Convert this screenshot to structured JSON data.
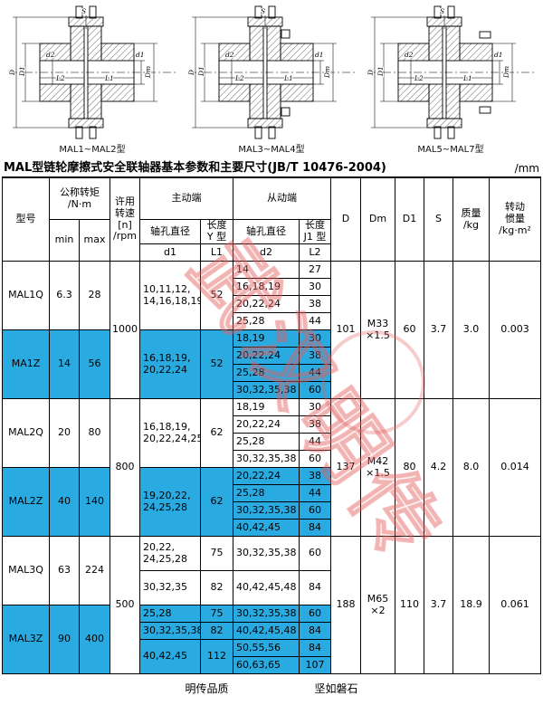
{
  "title": {
    "text": "MAL型链轮摩擦式安全联轴器基本参数和主要尺寸(JB/T 10476-2004)",
    "unit": "/mm"
  },
  "watermark": {
    "text": "武汉明传"
  },
  "footer": {
    "left": "明传品质",
    "right": "坚如磐石"
  },
  "drawings": {
    "captions": [
      "MAL1~MAL2型",
      "MAL3~MAL4型",
      "MAL5~MAL7型"
    ],
    "dim_labels": {
      "D": "D",
      "D1": "D1",
      "d2": "d2",
      "S": "S",
      "L2": "L2",
      "L1": "L1",
      "d1": "d1",
      "Dm": "Dm"
    }
  },
  "header": {
    "model": "型号",
    "torque": "公称转矩\n/N·m",
    "min": "min",
    "max": "max",
    "speed": "许用\n转速\n[n]\n/rpm",
    "driving": "主动端",
    "driven": "从动端",
    "bore": "轴孔直径",
    "len_y": "长度\nY 型",
    "len_j": "长度\nJ1 型",
    "d1": "d1",
    "L1": "L1",
    "d2": "d2",
    "L2": "L2",
    "D": "D",
    "Dm": "Dm",
    "D1": "D1",
    "S": "S",
    "mass": "质量\n/kg",
    "inertia": "转动\n惯量\n/kg·m²"
  },
  "body": {
    "g1": {
      "speed": "1000",
      "D": "101",
      "Dm": "M33\n×1.5",
      "D1": "60",
      "S": "3.7",
      "mass": "3.0",
      "inertia": "0.003",
      "q": {
        "model": "MAL1Q",
        "min": "6.3",
        "max": "28",
        "d1": "10,11,12,\n14,16,18,19",
        "L1": "52",
        "r": [
          [
            "14",
            "27"
          ],
          [
            "16,18,19",
            "30"
          ],
          [
            "20,22,24",
            "38"
          ],
          [
            "25,28",
            "44"
          ]
        ]
      },
      "z": {
        "model": "MA1Z",
        "min": "14",
        "max": "56",
        "d1": "16,18,19,\n20,22,24",
        "L1": "52",
        "r": [
          [
            "18,19",
            "30"
          ],
          [
            "20,22,24",
            "38"
          ],
          [
            "25,28",
            "44"
          ],
          [
            "30,32,35,38",
            "60"
          ]
        ]
      }
    },
    "g2": {
      "speed": "800",
      "D": "137",
      "Dm": "M42\n×1.5",
      "D1": "80",
      "S": "4.2",
      "mass": "8.0",
      "inertia": "0.014",
      "q": {
        "model": "MAL2Q",
        "min": "20",
        "max": "80",
        "d1": "16,18,19,\n20,22,24,25",
        "L1": "62",
        "r": [
          [
            "18,19",
            "30"
          ],
          [
            "20,22,24",
            "38"
          ],
          [
            "25,28",
            "44"
          ],
          [
            "30,32,35,38",
            "60"
          ]
        ]
      },
      "z": {
        "model": "MAL2Z",
        "min": "40",
        "max": "140",
        "d1": "19,20,22,\n24,25,28",
        "L1": "62",
        "r": [
          [
            "20,22,24",
            "38"
          ],
          [
            "25,28",
            "44"
          ],
          [
            "30,32,35,38",
            "60"
          ],
          [
            "40,42,45",
            "84"
          ]
        ]
      }
    },
    "g3": {
      "speed": "500",
      "D": "188",
      "Dm": "M65\n×2",
      "D1": "110",
      "S": "3.7",
      "mass": "18.9",
      "inertia": "0.061",
      "q": {
        "model": "MAL3Q",
        "min": "63",
        "max": "224",
        "rows": [
          {
            "d1": "20,22,\n24,25,28",
            "L1": "75",
            "d2": "30,32,35,38",
            "L2": "60"
          },
          {
            "d1": "30,32,35",
            "L1": "82",
            "d2": "40,42,45,48",
            "L2": "84"
          }
        ]
      },
      "z": {
        "model": "MAL3Z",
        "min": "90",
        "max": "400",
        "rows": [
          {
            "d1": "25,28",
            "L1": "75",
            "d2": "30,32,35,38",
            "L2": "60"
          },
          {
            "d1": "30,32,35,38",
            "L1": "82",
            "d2": "40,42,45,48",
            "L2": "84"
          },
          {
            "d1": "40,42,45",
            "L1": "112",
            "d2": "50,55,56",
            "L2": "84"
          },
          {
            "d2": "60,63,65",
            "L2": "107"
          }
        ]
      }
    }
  }
}
